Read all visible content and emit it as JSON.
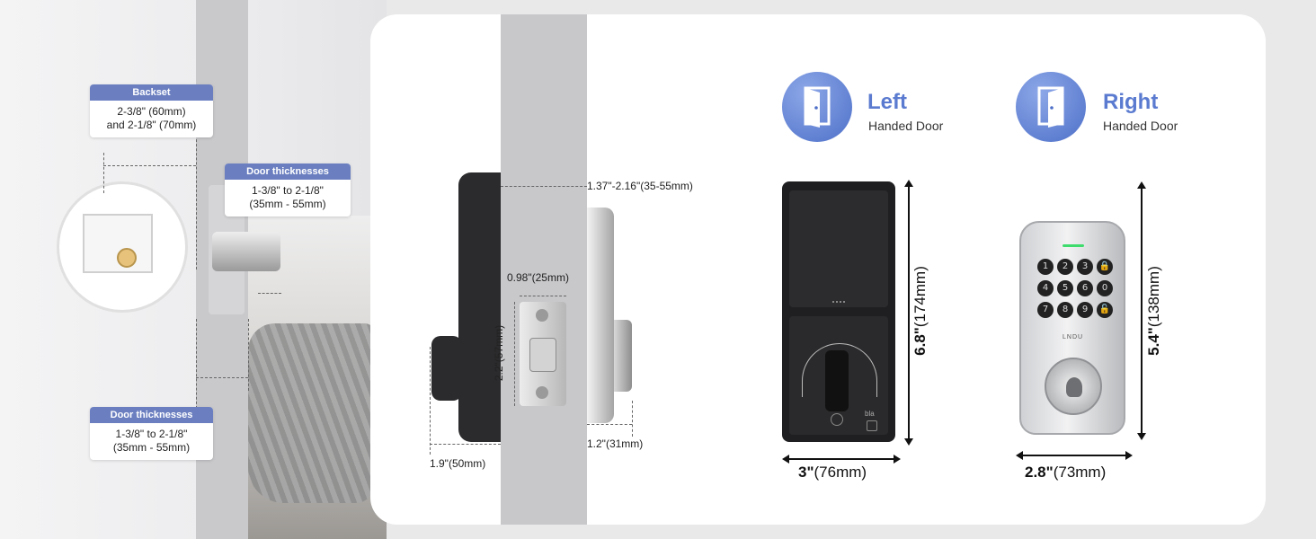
{
  "left_labels": {
    "backset": {
      "title": "Backset",
      "line1": "2-3/8\" (60mm)",
      "line2": "and 2-1/8\" (70mm)"
    },
    "door_thickness_top": {
      "title": "Door thicknesses",
      "line1": "1-3/8\" to 2-1/8\"",
      "line2": "(35mm - 55mm)"
    },
    "door_thickness_bottom": {
      "title": "Door thicknesses",
      "line1": "1-3/8\" to 2-1/8\"",
      "line2": "(35mm - 55mm)"
    }
  },
  "side_view": {
    "thickness": "1.37\"-2.16\"(35-55mm)",
    "plate_width": "0.98\"(25mm)",
    "plate_height": "2.2\"(57mm)",
    "outer_depth": "1.9\"(50mm)",
    "inner_depth": "1.2\"(31mm)"
  },
  "handed": {
    "left": {
      "title": "Left",
      "subtitle": "Handed Door"
    },
    "right": {
      "title": "Right",
      "subtitle": "Handed Door"
    }
  },
  "lock_a": {
    "height_bold": "6.8\"",
    "height_rest": "(174mm)",
    "width_bold": "3\"",
    "width_rest": "(76mm)",
    "logo": "bla"
  },
  "lock_b": {
    "height_bold": "5.4\"",
    "height_rest": "(138mm)",
    "width_bold": "2.8\"",
    "width_rest": "(73mm)",
    "brand": "LNDU",
    "keys": [
      "1",
      "2",
      "3",
      "🔒",
      "4",
      "5",
      "6",
      "0",
      "7",
      "8",
      "9",
      "🔓"
    ]
  },
  "colors": {
    "accent": "#5b7bd0",
    "label_header": "#6b7fc0",
    "status_led": "#3ddc6c"
  }
}
